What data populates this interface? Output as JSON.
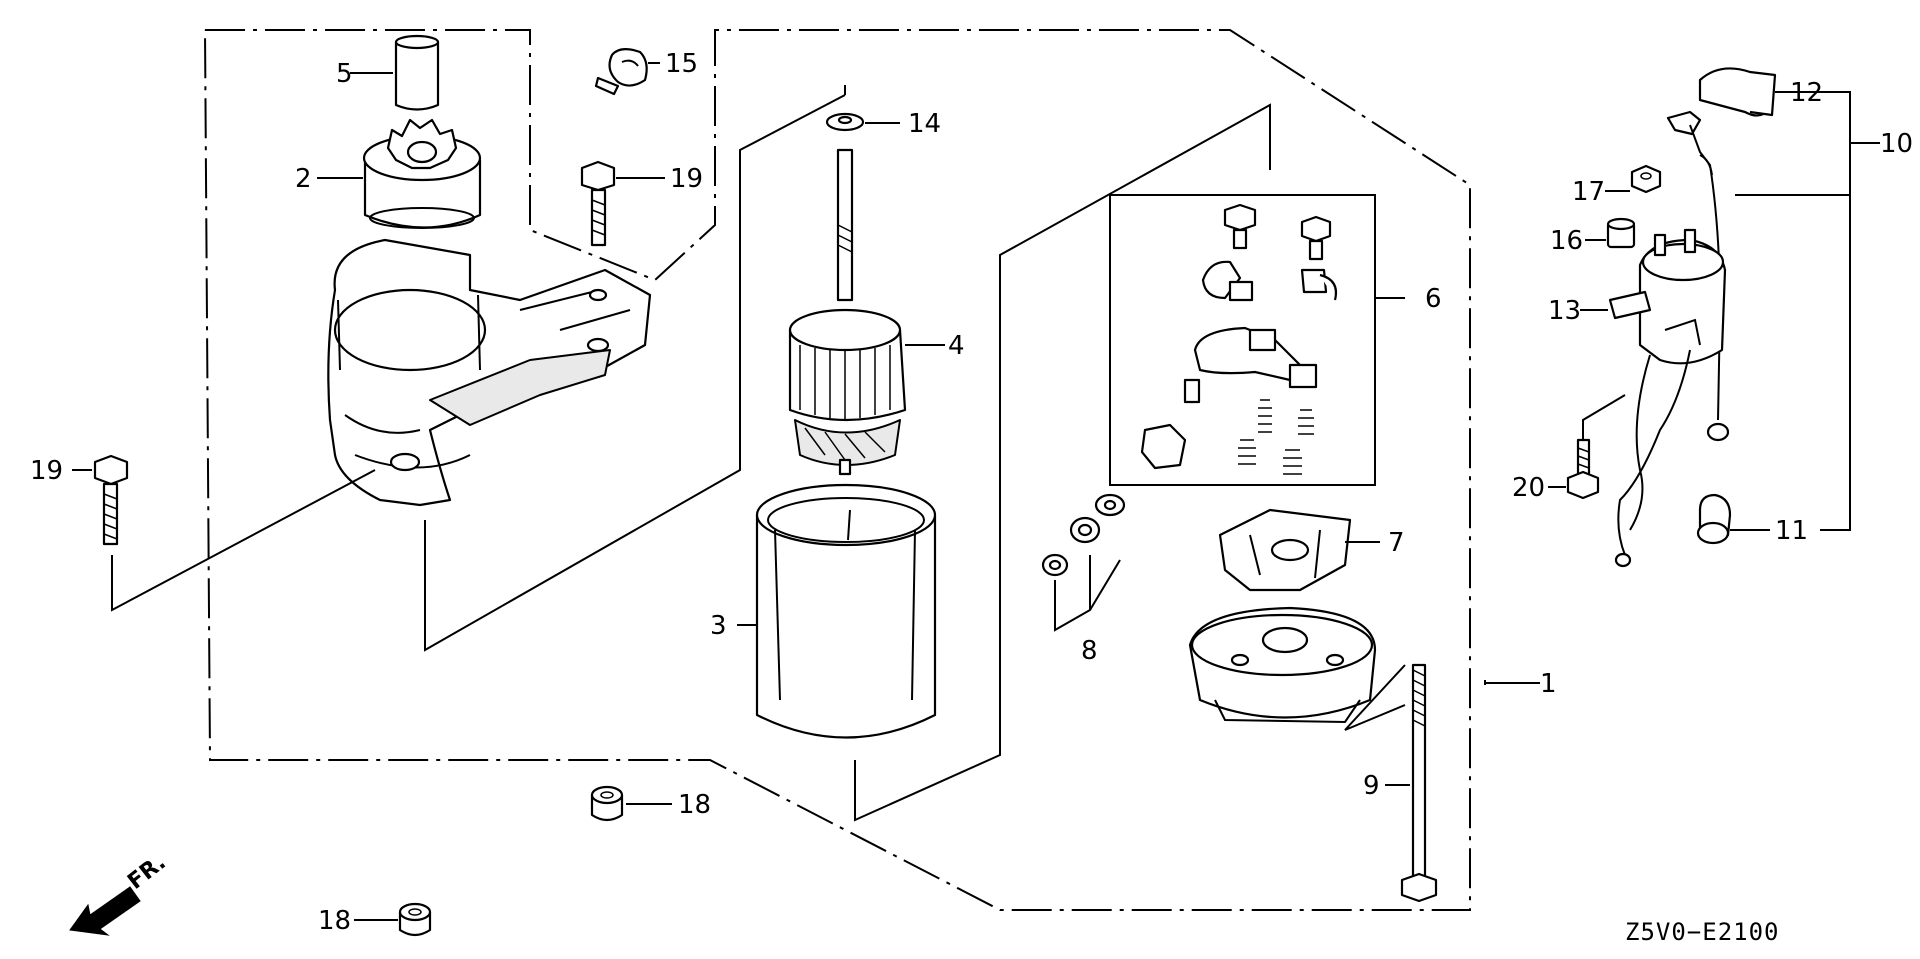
{
  "diagram": {
    "code": "Z5V0−E2100",
    "direction_label": "FR.",
    "callouts": {
      "c1": "1",
      "c2": "2",
      "c3": "3",
      "c4": "4",
      "c5": "5",
      "c6": "6",
      "c7": "7",
      "c8": "8",
      "c9": "9",
      "c10": "10",
      "c11": "11",
      "c12": "12",
      "c13": "13",
      "c14": "14",
      "c15": "15",
      "c16": "16",
      "c17": "17",
      "c18a": "18",
      "c18b": "18",
      "c19a": "19",
      "c19b": "19",
      "c20": "20"
    }
  }
}
